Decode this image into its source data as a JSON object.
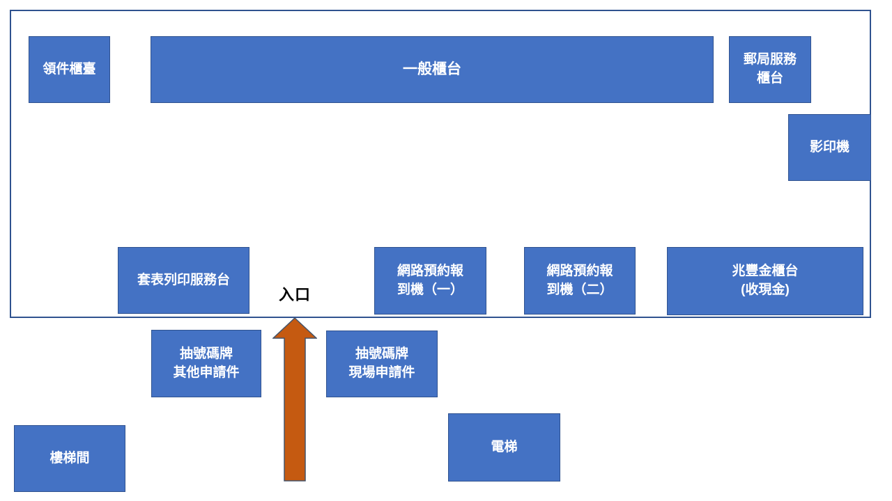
{
  "colors": {
    "box_fill": "#4472C4",
    "box_border": "#2F528F",
    "room_border": "#2F528F",
    "arrow_fill": "#C55A11",
    "arrow_border": "#44546A",
    "box_text": "#FFFFFF",
    "entrance_text": "#000000"
  },
  "boxes": [
    {
      "id": "pickup-counter",
      "label": "領件櫃臺"
    },
    {
      "id": "general-counter",
      "label": "一般櫃台"
    },
    {
      "id": "post-office-counter",
      "label": "郵局服務\n櫃台"
    },
    {
      "id": "photocopier",
      "label": "影印機"
    },
    {
      "id": "form-printing-service-desk",
      "label": "套表列印服務台"
    },
    {
      "id": "online-reservation-checkin-1",
      "label": "網路預約報\n到機（一）"
    },
    {
      "id": "online-reservation-checkin-2",
      "label": "網路預約報\n到機（二）"
    },
    {
      "id": "mega-bank-counter",
      "label": "兆豐金櫃台\n(收現金)"
    },
    {
      "id": "ticket-machine-other-applications",
      "label": "抽號碼牌\n其他申請件"
    },
    {
      "id": "ticket-machine-onsite-applications",
      "label": "抽號碼牌\n現場申請件"
    },
    {
      "id": "stairwell",
      "label": "樓梯間"
    },
    {
      "id": "elevator",
      "label": "電梯"
    }
  ],
  "entrance": {
    "label": "入口"
  },
  "icons": {
    "entrance_arrow": "up-arrow"
  }
}
